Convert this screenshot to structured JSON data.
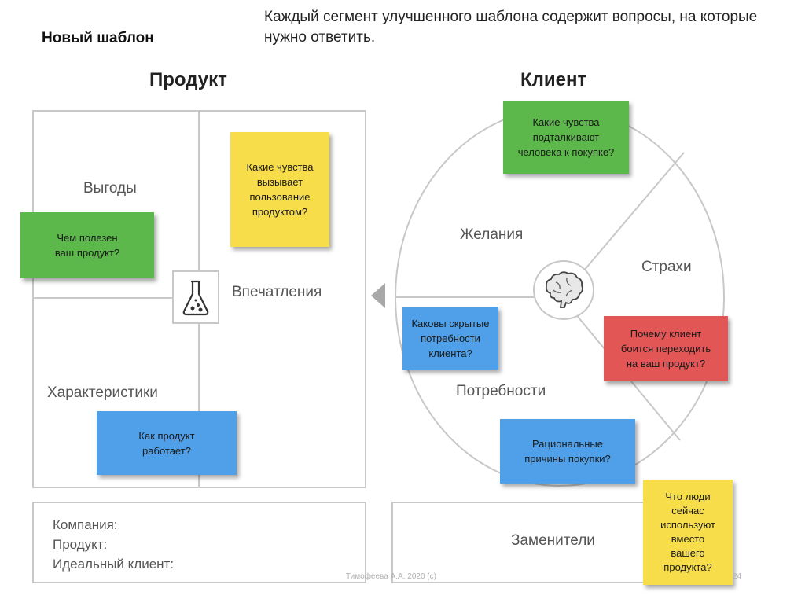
{
  "slide": {
    "title": "Новый шаблон",
    "intro": "Каждый сегмент улучшенного шаблона содержит вопросы, на которые нужно ответить."
  },
  "product": {
    "heading": "Продукт",
    "segments": {
      "benefits": "Выгоды",
      "impressions": "Впечатления",
      "features": "Характеристики"
    },
    "notes": {
      "benefits_q": "Чем полезен\nваш продукт?",
      "impressions_q": "Какие чувства\nвызывает\nпользование\nпродуктом?",
      "features_q": "Как продукт\nработает?"
    },
    "bottom": {
      "company": "Компания:",
      "product": "Продукт:",
      "ideal_client": "Идеальный клиент:"
    },
    "icon": "flask-icon"
  },
  "client": {
    "heading": "Клиент",
    "segments": {
      "wants": "Желания",
      "fears": "Страхи",
      "needs": "Потребности"
    },
    "notes": {
      "wants_q": "Какие чувства\nподталкивают\nчеловека к покупке?",
      "needs_q": "Каковы скрытые\nпотребности\nклиента?",
      "fears_q": "Почему клиент\nбоится переходить\nна ваш продукт?",
      "rational_q": "Рациональные\nпричины покупки?"
    },
    "substitutes": "Заменители",
    "substitutes_q": "Что люди\nсейчас\nиспользуют\nвместо\nвашего\nпродукта?",
    "icon": "brain-icon"
  },
  "footer": {
    "author": "Тимофеева А.А. 2020 (с)",
    "page": "24"
  }
}
